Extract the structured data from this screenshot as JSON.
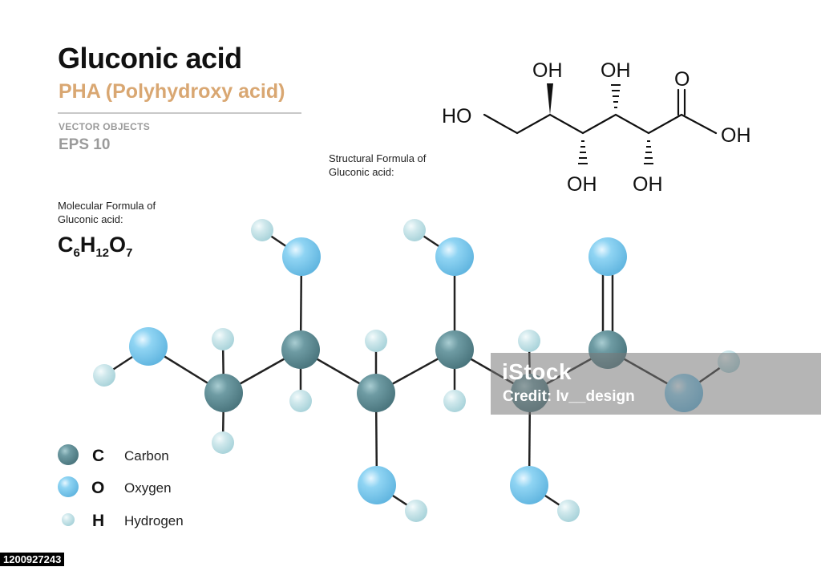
{
  "header": {
    "title": "Gluconic acid",
    "subtitle": "PHA  (Polyhydroxy acid)",
    "vector_objects": "VECTOR OBJECTS",
    "eps": "EPS 10"
  },
  "structural_caption": [
    "Structural  Formula of",
    "Gluconic acid:"
  ],
  "molecular_caption": [
    "Molecular Formula of",
    "Gluconic acid:"
  ],
  "formula": {
    "c": "C",
    "c_n": "6",
    "h": "H",
    "h_n": "12",
    "o": "O",
    "o_n": "7"
  },
  "skeletal_labels": {
    "ho_left": "HO",
    "oh_top1": "OH",
    "oh_top2": "OH",
    "o_carbonyl": "O",
    "oh_acid": "OH",
    "oh_bottom1": "OH",
    "oh_bottom2": "OH"
  },
  "legend": [
    {
      "letter": "C",
      "name": "Carbon",
      "color": "#5a8a92"
    },
    {
      "letter": "O",
      "name": "Oxygen",
      "color": "#7dcbef"
    },
    {
      "letter": "H",
      "name": "Hydrogen",
      "color": "#c5e4ea"
    }
  ],
  "colors": {
    "carbon": "#5a8a92",
    "oxygen": "#7dcbef",
    "hydrogen": "#c5e4ea",
    "accent": "#d9a772"
  },
  "watermark": {
    "logo": "iStock",
    "credit": "Credit: lv__design"
  },
  "image_id": "1200927243"
}
